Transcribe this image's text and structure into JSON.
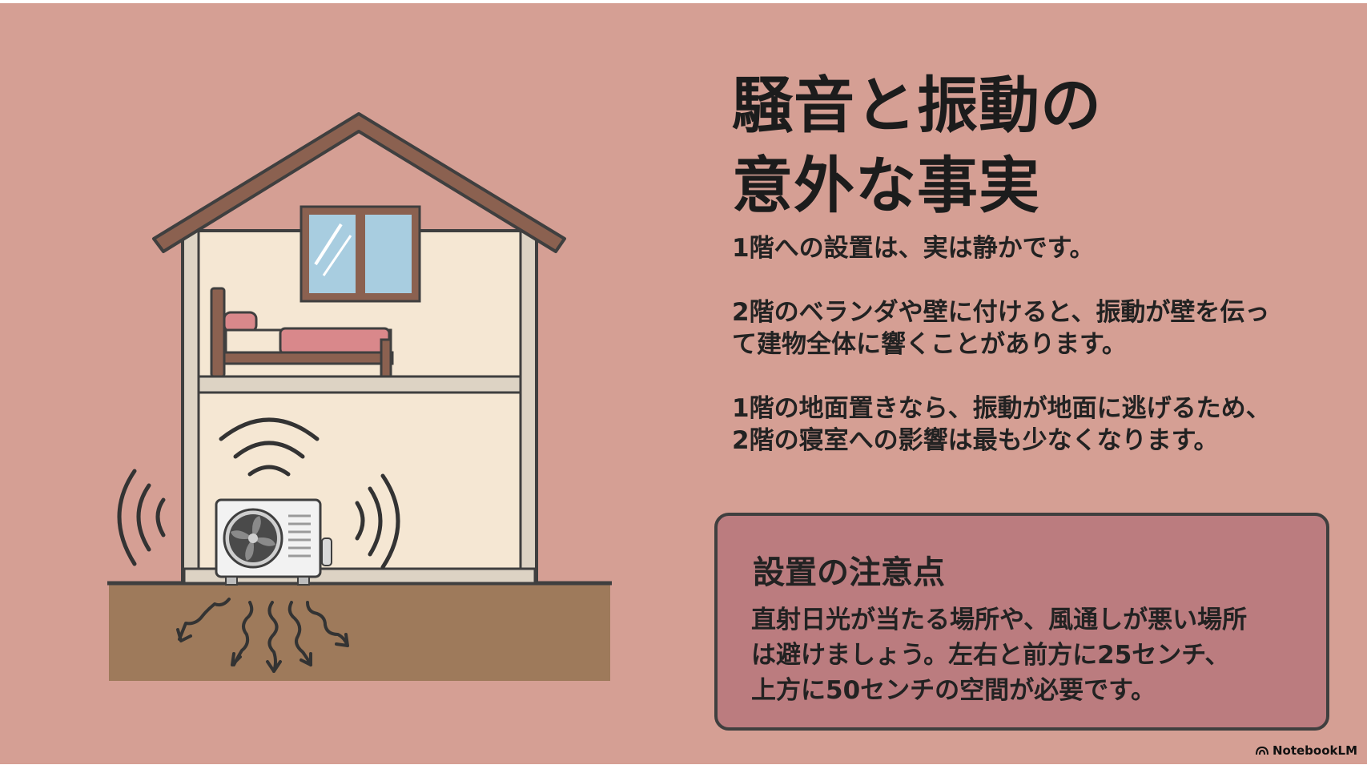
{
  "title_lines": [
    "騒音と振動の",
    "意外な事実"
  ],
  "body": {
    "paragraphs": [
      {
        "lines": [
          "1階への設置は、実は静かです。"
        ]
      },
      {
        "lines": [
          "2階のベランダや壁に付けると、振動が壁を伝っ",
          "て建物全体に響くことがあります。"
        ]
      },
      {
        "lines": [
          "1階の地面置きなら、振動が地面に逃げるため、",
          "2階の寝室への影響は最も少なくなります。"
        ]
      }
    ]
  },
  "notice": {
    "title": "設置の注意点",
    "lines": [
      "直射日光が当たる場所や、風通しが悪い場所",
      "は避けましょう。左右と前方に25センチ、",
      "上方に50センチの空間が必要です。"
    ]
  },
  "brand": {
    "label": "NotebookLM",
    "icon": "notebooklm-logo-icon"
  },
  "colors": {
    "background": "#d59f94",
    "notice_box": "#bb7c7f",
    "wall": "#f5e7d3",
    "roof": "#8b6150",
    "ground": "#9e7a5b",
    "window": "#a8cde0",
    "outline": "#3f3f3f"
  }
}
